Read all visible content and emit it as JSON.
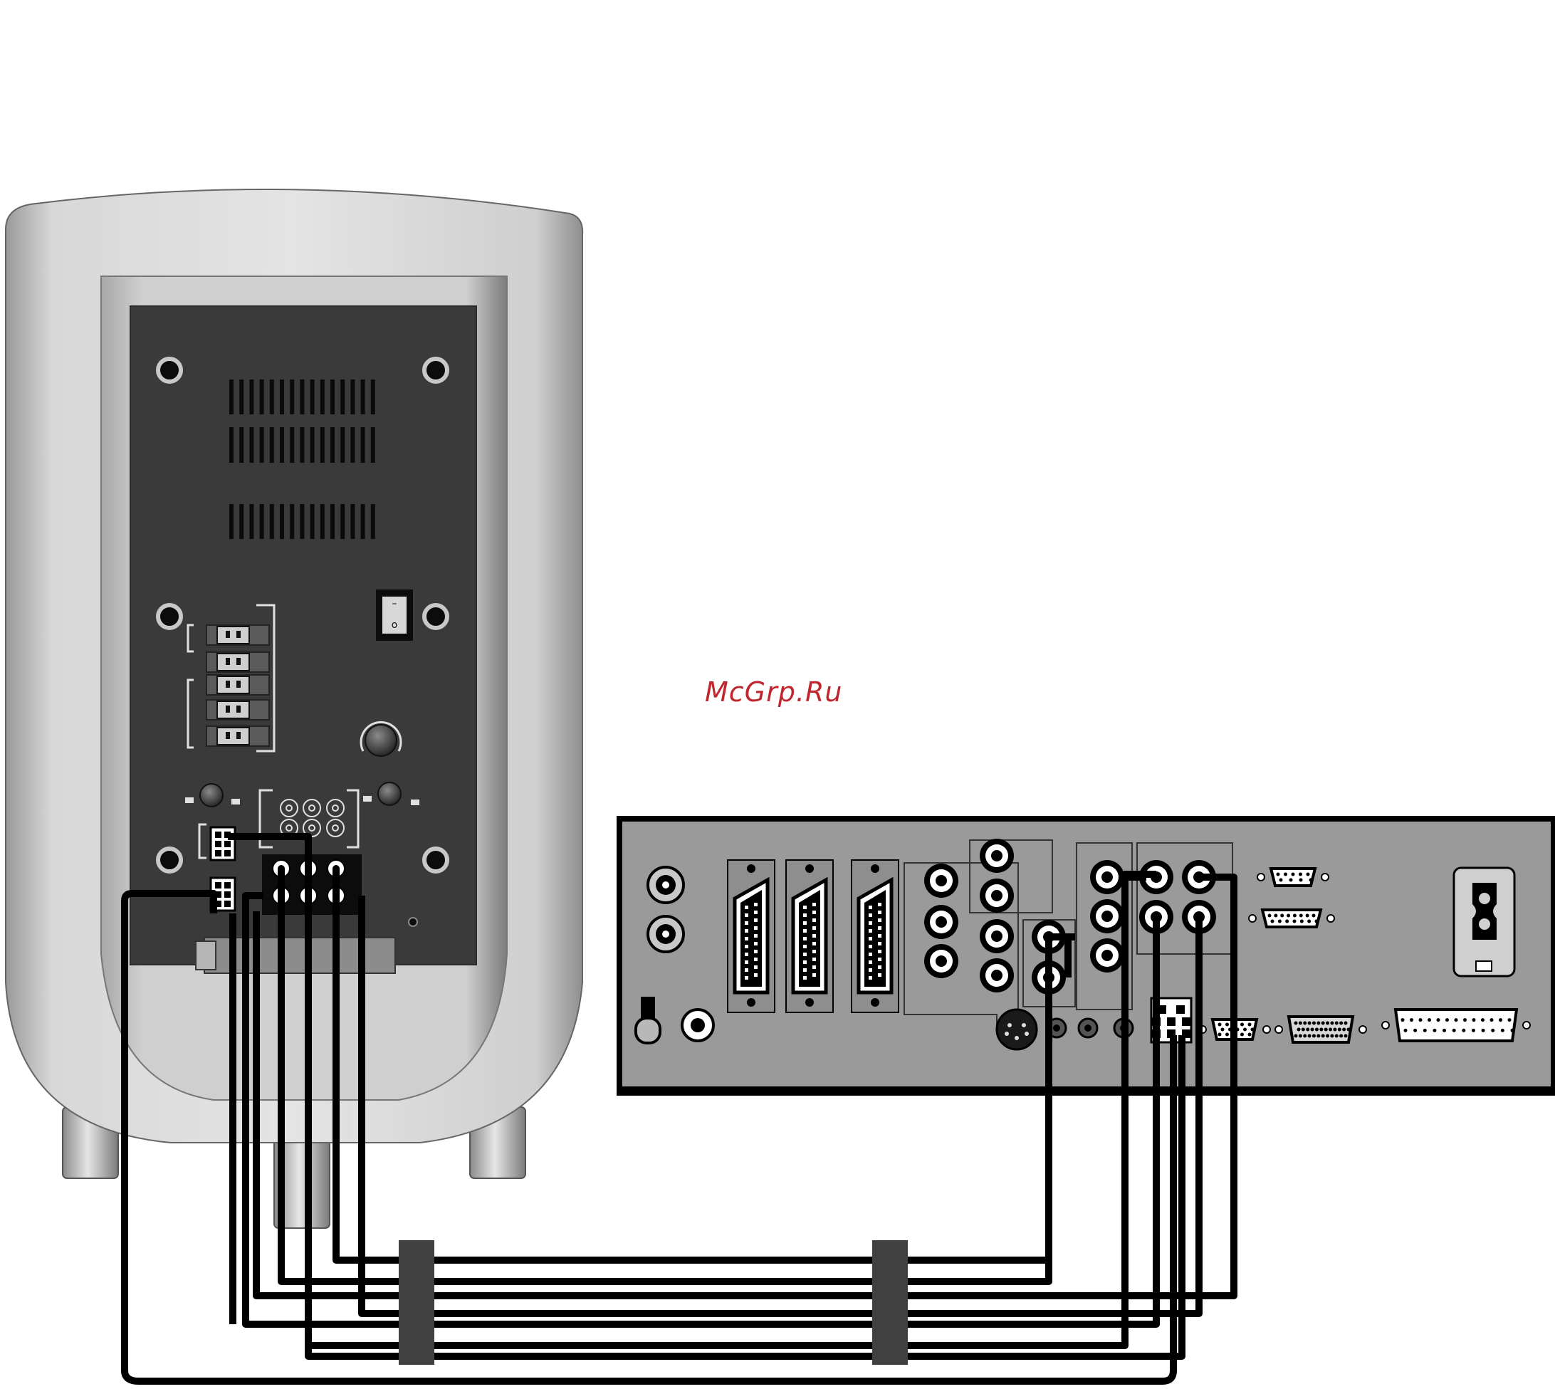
{
  "watermark": {
    "text": "McGrp.Ru",
    "color": "#c0262d"
  },
  "colors": {
    "cable": "#000000",
    "panel_dark": "#3a3a3a",
    "body_light": "#d4d4d4",
    "player_panel": "#9a9a9a",
    "cable_tie": "#404040"
  },
  "subwoofer": {
    "switch_symbols": {
      "on": "–",
      "off": "o"
    }
  },
  "player": {
    "scart_count": 3
  }
}
